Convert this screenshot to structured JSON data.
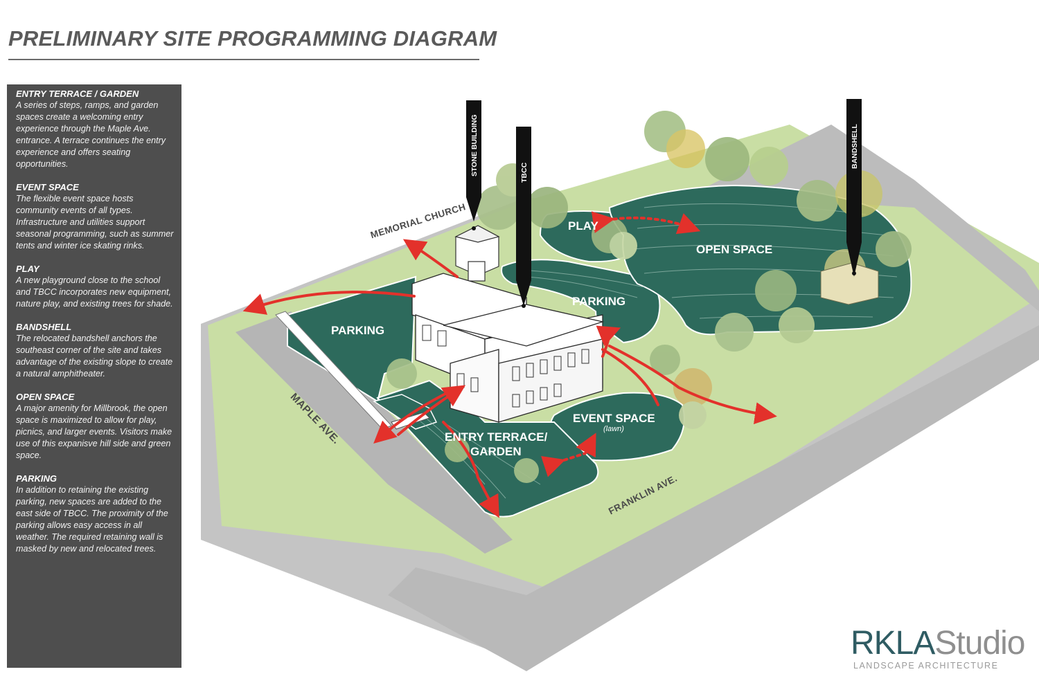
{
  "title": "PRELIMINARY SITE PROGRAMMING DIAGRAM",
  "sidebar": {
    "sections": [
      {
        "heading": "ENTRY TERRACE / GARDEN",
        "body": "A series of steps, ramps, and garden spaces create a welcoming entry experience through the Maple Ave. entrance. A terrace continues the entry experience and offers seating opportunities."
      },
      {
        "heading": "EVENT SPACE",
        "body": "The flexible event space hosts community events of all types. Infrastructure and utilities support seasonal programming, such as summer tents and winter ice skating rinks."
      },
      {
        "heading": "PLAY",
        "body": "A new playground close to the school and TBCC incorporates new equipment, nature play, and existing trees for shade."
      },
      {
        "heading": "BANDSHELL",
        "body": "The relocated bandshell anchors the southeast corner of the site and takes advantage of the existing slope to create a natural amphitheater."
      },
      {
        "heading": "OPEN SPACE",
        "body": "A major amenity for Millbrook, the open space is maximized to allow for play, picnics, and larger events. Visitors make use of this expanisve hill side and green space."
      },
      {
        "heading": "PARKING",
        "body": "In addition to retaining the existing parking, new spaces are added to the east side of TBCC. The proximity of the parking allows easy access in all weather. The required retaining wall is masked by new and relocated trees."
      }
    ]
  },
  "zones": {
    "parking_west": "PARKING",
    "parking_east": "PARKING",
    "play": "PLAY",
    "open_space": "OPEN SPACE",
    "event_space": "EVENT SPACE",
    "event_space_sub": "(lawn)",
    "entry_terrace_line1": "ENTRY TERRACE/",
    "entry_terrace_line2": "GARDEN"
  },
  "streets": {
    "memorial_church": "MEMORIAL CHURCH",
    "maple_ave": "MAPLE AVE.",
    "franklin_ave": "FRANKLIN AVE."
  },
  "markers": {
    "stone_building": "STONE BUILDING",
    "tbcc": "TBCC",
    "bandshell": "BANDSHELL"
  },
  "logo": {
    "main": "RKLA",
    "studio": "Studio",
    "sub": "LANDSCAPE ARCHITECTURE"
  },
  "colors": {
    "zone_green": "#2d6a5c",
    "lawn_green": "#c7dda0",
    "road_gray": "#bdbdbd",
    "arrow_red": "#e3312b",
    "marker_black": "#111111"
  }
}
